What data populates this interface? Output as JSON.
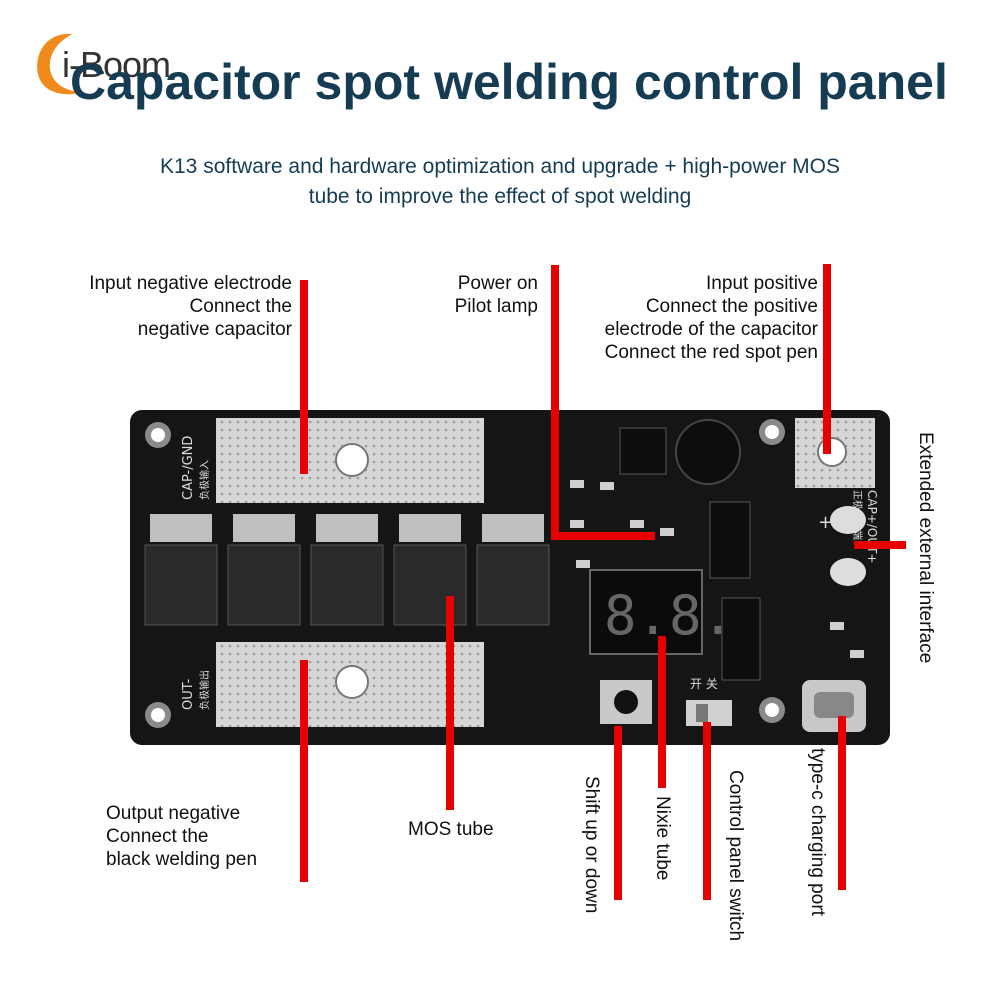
{
  "logo": {
    "text": "i-Boom"
  },
  "title": "Capacitor spot welding control panel",
  "subtitle": {
    "line1": "K13 software and hardware optimization and upgrade + high-power MOS",
    "line2": "tube to improve the effect of spot welding"
  },
  "labels": {
    "input_negative": {
      "line1": "Input negative electrode",
      "line2": "Connect the",
      "line3": "negative capacitor"
    },
    "power_on": {
      "line1": "Power on",
      "line2": "Pilot lamp"
    },
    "input_positive": {
      "line1": "Input positive",
      "line2": "Connect the positive",
      "line3": "electrode of the capacitor",
      "line4": "Connect the red spot pen"
    },
    "extended_interface": "Extended external interface",
    "output_negative": {
      "line1": "Output negative",
      "line2": "Connect the",
      "line3": "black welding pen"
    },
    "mos_tube": "MOS tube",
    "shift": "Shift up or down",
    "nixie": "Nixie tube",
    "control_switch": "Control panel switch",
    "typec": "type-c charging port"
  },
  "board": {
    "silk_cap_gnd": "CAP-/GND",
    "silk_cap_gnd_cn": "负极输入",
    "silk_out": "OUT-",
    "silk_out_cn": "负极输出",
    "silk_cap_pos": "CAP+/OUT+",
    "silk_cap_pos_cn": "正极公共端",
    "switch_cn": "开 关",
    "display_value": "8.8.",
    "plus_sign": "+"
  },
  "colors": {
    "title": "#163c54",
    "line": "#e60000",
    "board": "#151515",
    "pad": "#d8d8d8",
    "logo": "#f08a1c"
  },
  "icons": {
    "logo": "i-boom-logo",
    "board": "pcb-board-photo"
  }
}
